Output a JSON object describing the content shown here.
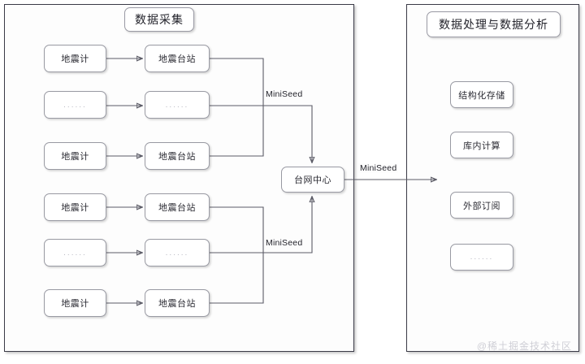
{
  "diagram": {
    "watermark": "@稀土掘金技术社区",
    "panels": [
      {
        "id": "data-acquisition",
        "title": "数据采集",
        "groups": [
          {
            "rows": [
              {
                "source": "地震计",
                "station": "地震台站"
              },
              {
                "source": "......",
                "station": "......"
              },
              {
                "source": "地震计",
                "station": "地震台站"
              }
            ],
            "edge_label": "MiniSeed"
          },
          {
            "rows": [
              {
                "source": "地震计",
                "station": "地震台站"
              },
              {
                "source": "......",
                "station": "......"
              },
              {
                "source": "地震计",
                "station": "地震台站"
              }
            ],
            "edge_label": "MiniSeed"
          }
        ],
        "hub": "台网中心"
      },
      {
        "id": "data-processing-analysis",
        "title": "数据处理与数据分析",
        "items": [
          "结构化存储",
          "库内计算",
          "外部订阅",
          "......"
        ]
      }
    ],
    "cross_panel_edge_label": "MiniSeed",
    "colors": {
      "panel_border": "#3b3b47",
      "node_border": "#999aa3",
      "wire": "#5b5b66",
      "text": "#2b2b33",
      "watermark": "#cfcfd6",
      "background": "#ffffff"
    }
  }
}
